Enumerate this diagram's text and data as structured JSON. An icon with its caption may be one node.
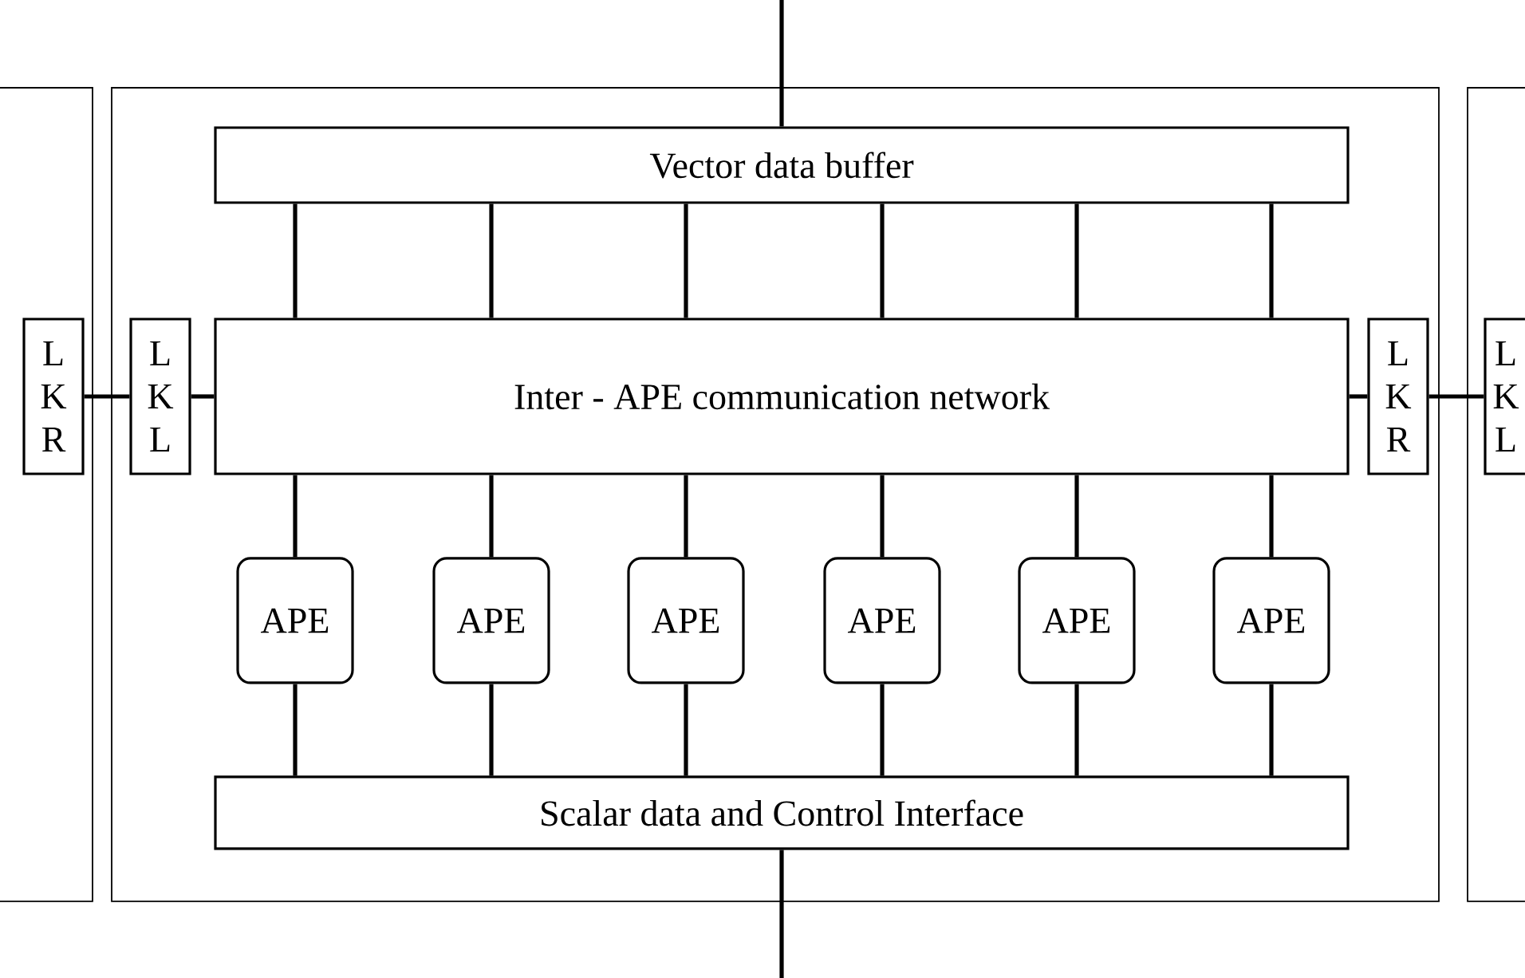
{
  "diagram": {
    "nodes": [
      {
        "text": [],
        "shape": "box"
      },
      {
        "text": [
          "L K R"
        ],
        "in": 0
      },
      {
        "text": [],
        "shape": "box"
      },
      {
        "text": [
          "Vector data buffer"
        ],
        "in": 2
      },
      {
        "text": [
          "L K L"
        ],
        "in": 2
      },
      {
        "text": [
          "Inter - APE communication network"
        ],
        "in": 2
      },
      {
        "text": [
          "L K R"
        ],
        "in": 2
      },
      {
        "text": [
          "APE"
        ],
        "in": 2
      },
      {
        "text": [
          "APE"
        ],
        "in": 2
      },
      {
        "text": [
          "APE"
        ],
        "in": 2
      },
      {
        "text": [
          "APE"
        ],
        "in": 2
      },
      {
        "text": [
          "APE"
        ],
        "in": 2
      },
      {
        "text": [
          "APE"
        ],
        "in": 2
      },
      {
        "text": [
          "Scalar data and Control Interface"
        ],
        "in": 2
      },
      {
        "text": [],
        "shape": "box"
      },
      {
        "text": [
          "L K L"
        ],
        "in": 14
      }
    ],
    "edges": [
      {
        "from": null,
        "to": 3,
        "arrow": "none"
      },
      {
        "from": 3,
        "to": 5,
        "arrow": "none"
      },
      {
        "from": 3,
        "to": 5,
        "arrow": "none"
      },
      {
        "from": 3,
        "to": 5,
        "arrow": "none"
      },
      {
        "from": 3,
        "to": 5,
        "arrow": "none"
      },
      {
        "from": 3,
        "to": 5,
        "arrow": "none"
      },
      {
        "from": 3,
        "to": 5,
        "arrow": "none"
      },
      {
        "from": 5,
        "to": 7,
        "arrow": "none"
      },
      {
        "from": 5,
        "to": 8,
        "arrow": "none"
      },
      {
        "from": 5,
        "to": 9,
        "arrow": "none"
      },
      {
        "from": 5,
        "to": 10,
        "arrow": "none"
      },
      {
        "from": 5,
        "to": 11,
        "arrow": "none"
      },
      {
        "from": 5,
        "to": 12,
        "arrow": "none"
      },
      {
        "from": 7,
        "to": 13,
        "arrow": "none"
      },
      {
        "from": 8,
        "to": 13,
        "arrow": "none"
      },
      {
        "from": 9,
        "to": 13,
        "arrow": "none"
      },
      {
        "from": 10,
        "to": 13,
        "arrow": "none"
      },
      {
        "from": 11,
        "to": 13,
        "arrow": "none"
      },
      {
        "from": 12,
        "to": 13,
        "arrow": "none"
      },
      {
        "from": 13,
        "to": null,
        "arrow": "none"
      },
      {
        "from": 1,
        "to": 4,
        "arrow": "none"
      },
      {
        "from": 4,
        "to": 5,
        "arrow": "none"
      },
      {
        "from": 5,
        "to": 6,
        "arrow": "none"
      },
      {
        "from": 6,
        "to": 15,
        "arrow": "none"
      }
    ]
  }
}
